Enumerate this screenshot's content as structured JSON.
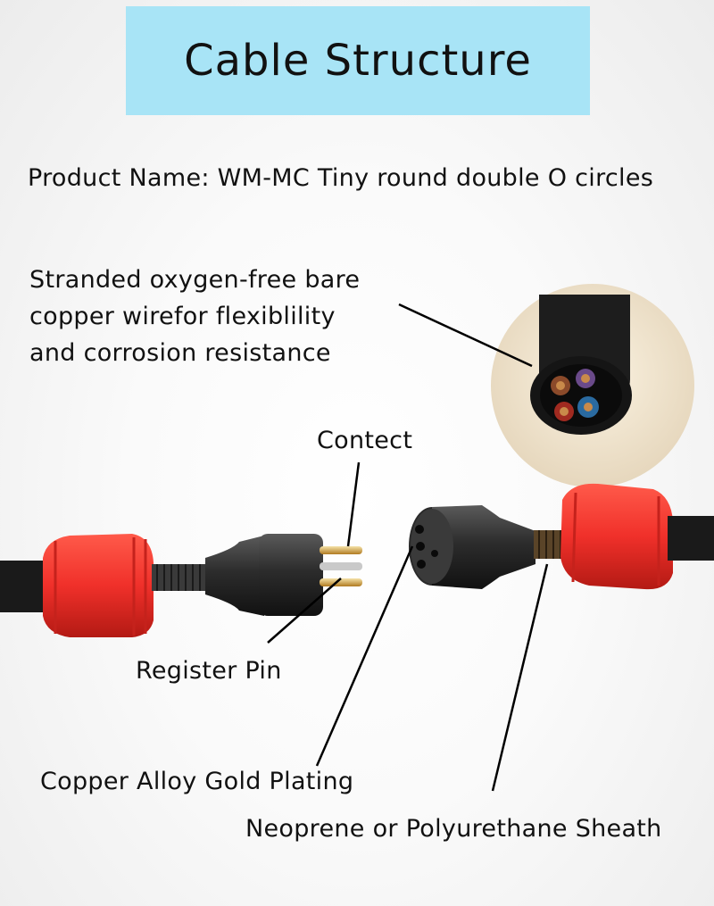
{
  "header": {
    "title": "Cable Structure"
  },
  "product_name": "Product Name: WM-MC Tiny round double O circles",
  "callouts": {
    "wire": "Stranded oxygen-free bare\ncopper wirefor flexiblility\nand corrosion resistance",
    "contact": "Contect",
    "register_pin": "Register Pin",
    "plating": "Copper Alloy Gold Plating",
    "sheath": "Neoprene or Polyurethane Sheath"
  },
  "colors": {
    "header_bg": "#a8e4f6",
    "nut_red": "#f0302a",
    "cable_black": "#1a1a1a",
    "pin_gold": "#d8a440"
  }
}
